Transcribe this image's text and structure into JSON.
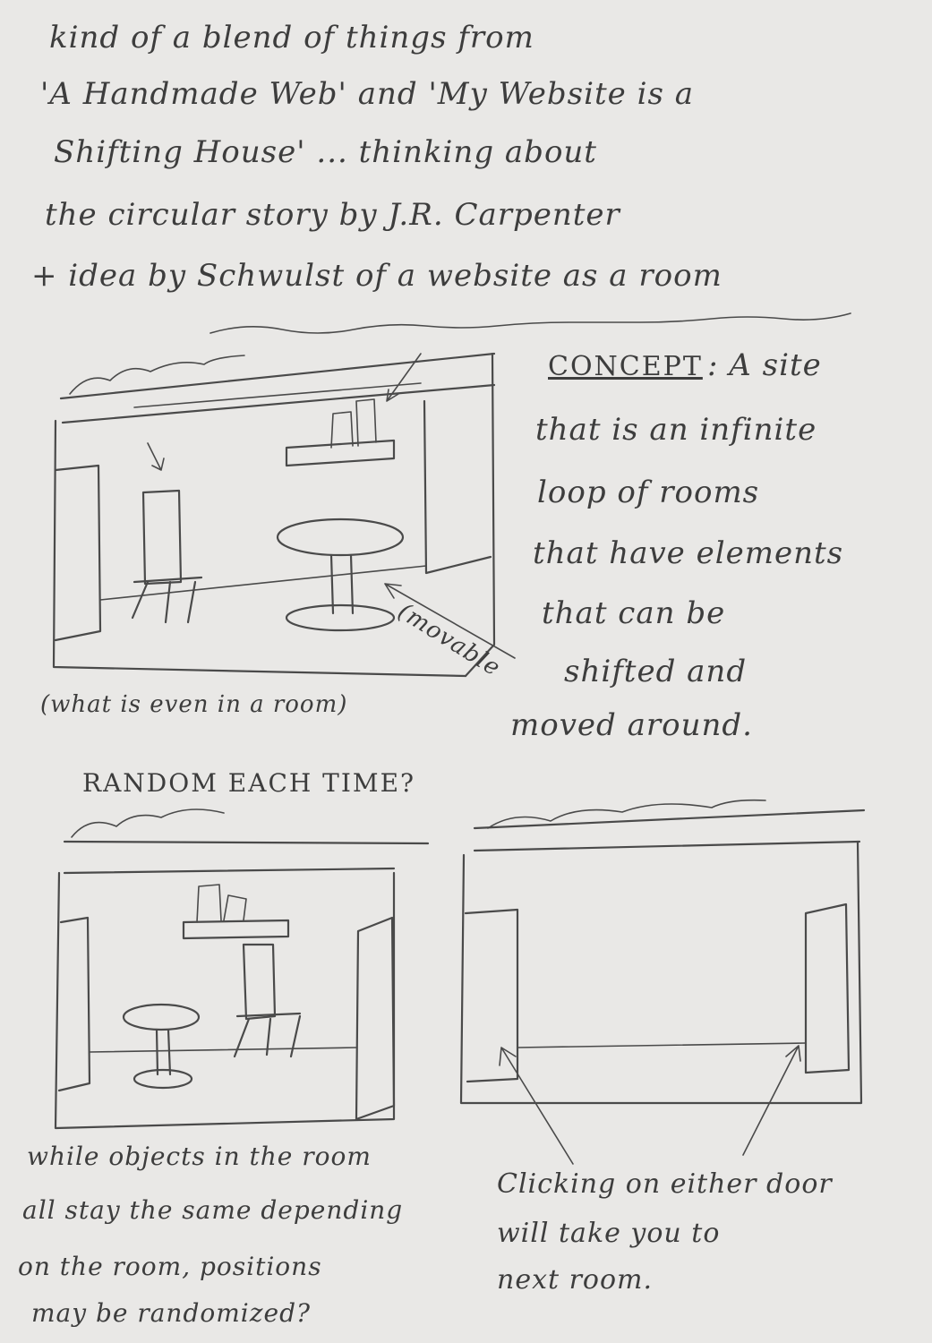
{
  "intro": {
    "line1": "kind of a blend of things from",
    "line2": "'A Handmade Web' and 'My Website is a",
    "line3": "Shifting House' ... thinking about",
    "line4": "the circular story by J.R. Carpenter",
    "line5": "+ idea by Schwulst of a website as a room"
  },
  "concept": {
    "heading": "CONCEPT",
    "line1": ": A site",
    "line2": "that is an infinite",
    "line3": "loop of rooms",
    "line4": "that have elements",
    "line5": "that can be",
    "line6": "shifted and",
    "line7": "moved around."
  },
  "sketch1": {
    "movable": "(movable",
    "caption": "(what is even in a room)"
  },
  "random_note": "RANDOM EACH TIME?",
  "left_note": {
    "line1": "while objects in the room",
    "line2": "all stay the same depending",
    "line3": "on the room, positions",
    "line4": "may be randomized?"
  },
  "right_note": {
    "line1": "Clicking on either door",
    "line2": "will take you to",
    "line3": "next room."
  }
}
